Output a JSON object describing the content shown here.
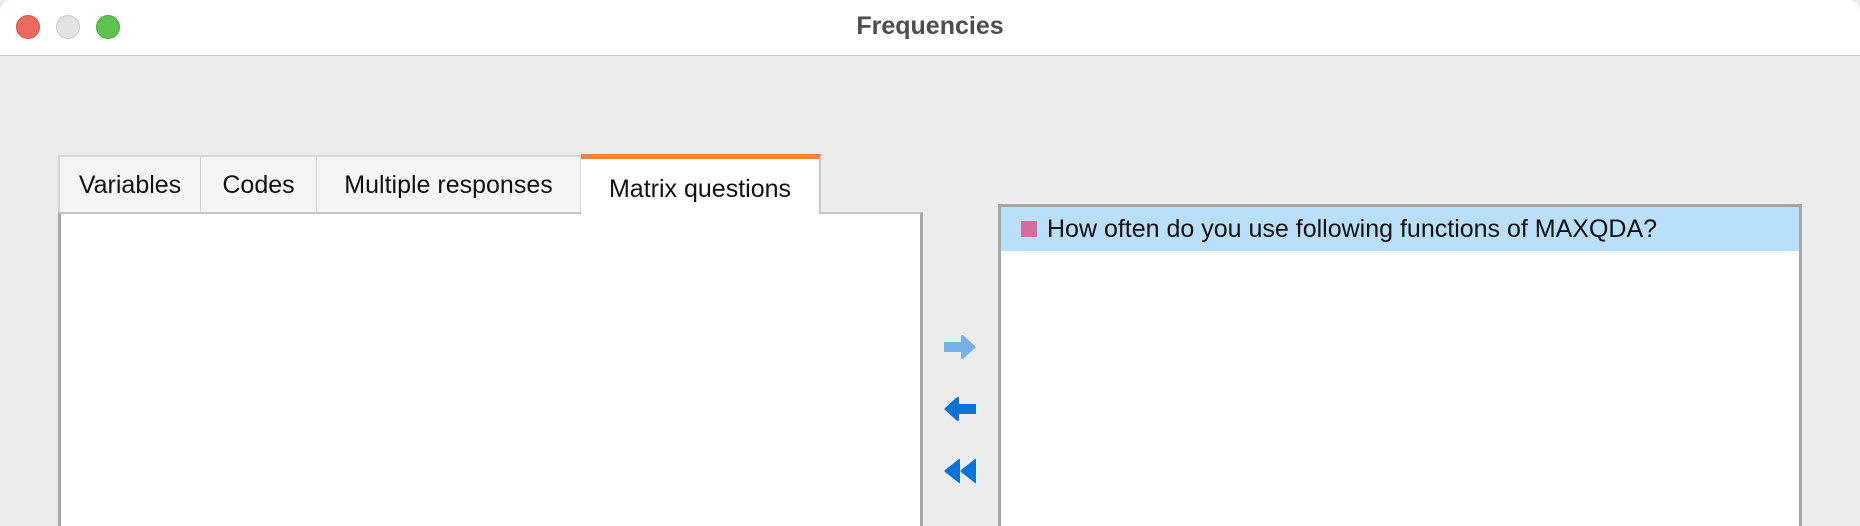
{
  "window": {
    "title": "Frequencies",
    "controls": [
      "close",
      "minimize",
      "zoom"
    ]
  },
  "tabs": [
    {
      "label": "Variables",
      "active": false
    },
    {
      "label": "Codes",
      "active": false
    },
    {
      "label": "Multiple responses",
      "active": false
    },
    {
      "label": "Matrix questions",
      "active": true
    }
  ],
  "left_list": {
    "items": []
  },
  "transfer_buttons": [
    {
      "name": "move-right",
      "icon": "arrow-right-icon",
      "enabled": false,
      "color": "#74b1e6"
    },
    {
      "name": "move-left",
      "icon": "arrow-left-icon",
      "enabled": true,
      "color": "#0a74d6"
    },
    {
      "name": "move-all-left",
      "icon": "double-chevron-left-icon",
      "enabled": true,
      "color": "#0a74d6"
    }
  ],
  "right_list": {
    "items": [
      {
        "label": "How often do you use following functions of MAXQDA?",
        "swatch_color": "#cf6f99",
        "selected": true
      }
    ]
  },
  "colors": {
    "active_tab_accent": "#f0843c",
    "selection": "#badffa"
  }
}
